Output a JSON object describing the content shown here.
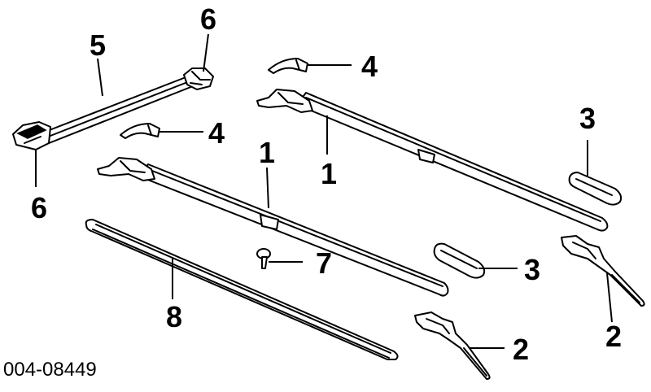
{
  "diagram_id": "004-08449",
  "callouts": {
    "c1a": "1",
    "c1b": "1",
    "c2a": "2",
    "c2b": "2",
    "c3a": "3",
    "c3b": "3",
    "c4a": "4",
    "c4b": "4",
    "c5": "5",
    "c6a": "6",
    "c6b": "6",
    "c7": "7",
    "c8": "8"
  }
}
